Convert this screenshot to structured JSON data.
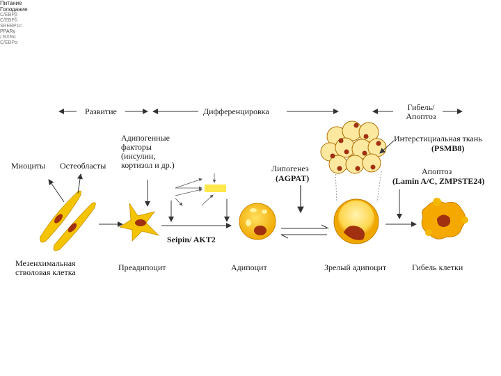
{
  "stages": {
    "development": "Развитие",
    "differentiation": "Дифференцировка",
    "death": [
      "Гибель/",
      "Апоптоз"
    ]
  },
  "cells": {
    "myocytes": "Миоциты",
    "osteoblasts": "Остеобласты",
    "msc": [
      "Мезенхимальная",
      "стволовая клетка"
    ],
    "preadipocyte": "Преадипоцит",
    "adipocyte": "Адипоцит",
    "mature": "Зрелый адипоцит",
    "cell_death": "Гибель клетки"
  },
  "factors": {
    "adipogenic": [
      "Адипогенные",
      "факторы",
      "(инсулин,",
      "кортизол и др.)"
    ],
    "seipin": "Seipin/ AKT2",
    "lipogenesis": "Липогенез",
    "agpat": "(AGPAT)",
    "feeding": "Питание",
    "fasting": "Голодание",
    "interstitial": "Интерстициальная  ткань",
    "psmb8": "(PSMB8)",
    "apoptosis": "Апоптоз",
    "lamin": "(Lamin A/C, ZMPSTE24)"
  },
  "transcription": {
    "cebpb": "C/EBPβ",
    "cebpd": "C/EBPδ",
    "srebp": "SREBP1c",
    "ppar": "PPARγ",
    "rxr": "/ RXRα",
    "cebpa": "C/EBPα"
  },
  "colors": {
    "cell_yellow": "#f5c400",
    "cell_orange": "#f0a000",
    "nucleus": "#a03010",
    "ppar_highlight": "#ffe84a",
    "pale_yellow": "#fdeea0"
  }
}
